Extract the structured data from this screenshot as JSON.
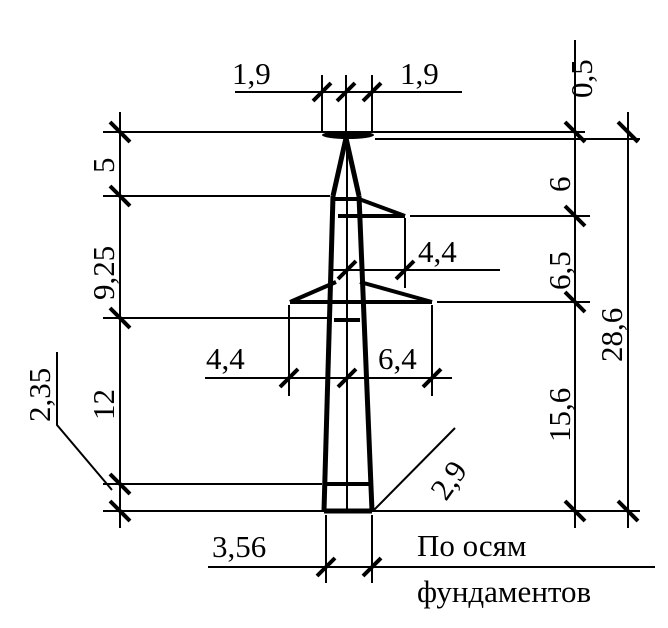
{
  "dimensions": {
    "top_left_offset": "1,9",
    "top_right_offset": "1,9",
    "top_cap": "0,5",
    "left_top_segment": "5",
    "left_middle_segment": "9,25",
    "left_lower_segment": "12",
    "left_base_segment": "2,35",
    "right_upper": "6",
    "right_middle": "6,5",
    "right_lower": "15,6",
    "total_height": "28,6",
    "upper_arm": "4,4",
    "lower_arm_left": "4,4",
    "lower_arm_right": "6,4",
    "base_width": "3,56",
    "base_diagonal": "2,9"
  },
  "note": {
    "line1": "По осям",
    "line2": "фундаментов"
  }
}
